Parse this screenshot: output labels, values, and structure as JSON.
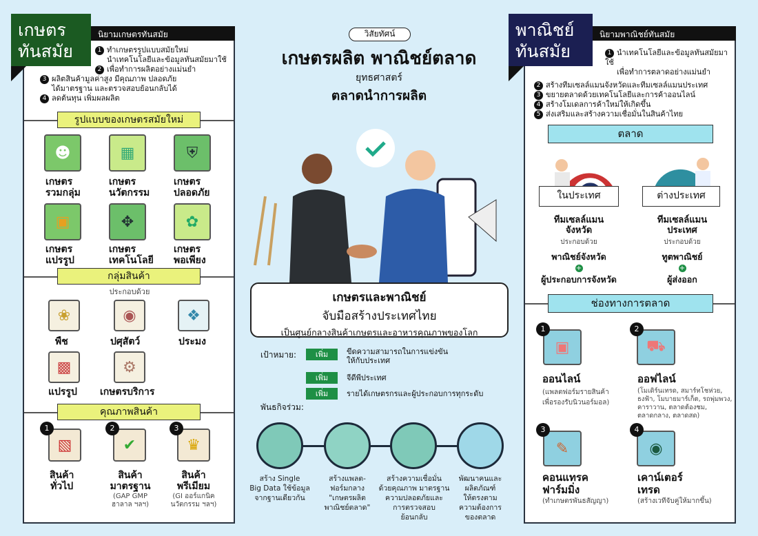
{
  "left": {
    "title_line1": "เกษตร",
    "title_line2": "ทันสมัย",
    "definition_header": "นิยามเกษตรทันสมัย",
    "definitions": [
      {
        "num": "1",
        "text": "ทำเกษตรรูปแบบสมัยใหม่"
      },
      {
        "num": "",
        "text": "นำเทคโนโลยีและข้อมูลทันสมัยมาใช้"
      },
      {
        "num": "2",
        "text": "เพื่อทำการผลิตอย่างแม่นยำ"
      },
      {
        "num": "3",
        "text": "ผลิตสินค้ามูลค่าสูง มีคุณภาพ ปลอดภัย"
      },
      {
        "num": "",
        "text": "ได้มาตรฐาน และตรวจสอบย้อนกลับได้"
      },
      {
        "num": "4",
        "text": "ลดต้นทุน เพิ่มผลผลิต"
      }
    ],
    "models_header": "รูปแบบของเกษตรสมัยใหม่",
    "models": [
      {
        "l1": "เกษตร",
        "l2": "รวมกลุ่ม",
        "icon": "farmer-icon"
      },
      {
        "l1": "เกษตร",
        "l2": "นวัตกรรม",
        "icon": "chip-icon"
      },
      {
        "l1": "เกษตร",
        "l2": "ปลอดภัย",
        "icon": "shield-icon"
      },
      {
        "l1": "เกษตร",
        "l2": "แปรรูป",
        "icon": "jar-icon"
      },
      {
        "l1": "เกษตร",
        "l2": "เทคโนโลยี",
        "icon": "drone-icon"
      },
      {
        "l1": "เกษตร",
        "l2": "พอเพียง",
        "icon": "sprout-icon"
      }
    ],
    "groups_header": "กลุ่มสินค้า",
    "groups_sub": "ประกอบด้วย",
    "groups": [
      "พืช",
      "ปศุสัตว์",
      "ประมง",
      "แปรรูป",
      "เกษตรบริการ"
    ],
    "quality_header": "คุณภาพสินค้า",
    "quality": [
      {
        "num": "1",
        "l1": "สินค้า",
        "l2": "ทั่วไป",
        "sub1": "",
        "sub2": ""
      },
      {
        "num": "2",
        "l1": "สินค้า",
        "l2": "มาตรฐาน",
        "sub1": "(GAP GMP",
        "sub2": "ฮาลาล ฯลฯ)"
      },
      {
        "num": "3",
        "l1": "สินค้า",
        "l2": "พรีเมียม",
        "sub1": "(GI ออร์แกนิค",
        "sub2": "นวัตกรรม ฯลฯ)"
      }
    ]
  },
  "center": {
    "vision_label": "วิสัยทัศน์",
    "title": "เกษตรผลิต พาณิชย์ตลาด",
    "strategy_label": "ยุทธศาสตร์",
    "strategy": "ตลาดนำการผลิต",
    "box_line1": "เกษตรและพาณิชย์",
    "box_line2": "จับมือสร้างประเทศไทย",
    "box_line3": "เป็นศูนย์กลางสินค้าเกษตรและอาหารคุณภาพของโลก",
    "goal_label": "เป้าหมาย:",
    "goals": [
      {
        "tag": "เพิ่ม",
        "l1": "ขีดความสามารถในการแข่งขัน",
        "l2": "ให้กับประเทศ"
      },
      {
        "tag": "เพิ่ม",
        "l1": "จีดีพีประเทศ",
        "l2": ""
      },
      {
        "tag": "เพิ่ม",
        "l1": "รายได้เกษตรกรและผู้ประกอบการทุกระดับ",
        "l2": ""
      }
    ],
    "mission_label": "พันธกิจร่วม:",
    "missions": [
      {
        "l1": "สร้าง Single",
        "l2": "Big Data ใช้ข้อมูล",
        "l3": "จากฐานเดียวกัน",
        "l4": "",
        "l5": ""
      },
      {
        "l1": "สร้างแพลต-",
        "l2": "ฟอร์มกลาง",
        "l3": "\"เกษตรผลิต",
        "l4": "พาณิชย์ตลาด\"",
        "l5": ""
      },
      {
        "l1": "สร้างความเชื่อมั่น",
        "l2": "ด้วยคุณภาพ มาตรฐาน",
        "l3": "ความปลอดภัยและ",
        "l4": "การตรวจสอบ",
        "l5": "ย้อนกลับ"
      },
      {
        "l1": "พัฒนาคนและ",
        "l2": "ผลิตภัณฑ์",
        "l3": "ให้ตรงตาม",
        "l4": "ความต้องการ",
        "l5": "ของตลาด"
      }
    ]
  },
  "right": {
    "title_line1": "พาณิชย์",
    "title_line2": "ทันสมัย",
    "definition_header": "นิยามพาณิชย์ทันสมัย",
    "definitions": [
      {
        "num": "1",
        "text": "นำเทคโนโลยีและข้อมูลทันสมัยมาใช้"
      },
      {
        "num": "",
        "text": "เพื่อทำการตลาดอย่างแม่นยำ"
      },
      {
        "num": "2",
        "text": "สร้างทีมเซลล์แมนจังหวัดและทีมเซลล์แมนประเทศ"
      },
      {
        "num": "3",
        "text": "ขยายตลาดด้วยเทคโนโลยีและการค้าออนไลน์"
      },
      {
        "num": "4",
        "text": "สร้างโมเดลการค้าใหม่ให้เกิดขึ้น"
      },
      {
        "num": "5",
        "text": "ส่งเสริมและสร้างความเชื่อมั่นในสินค้าไทย"
      }
    ],
    "market_header": "ตลาด",
    "markets": [
      {
        "label": "ในประเทศ",
        "t1": "ทีมเซลล์แมน",
        "t2": "จังหวัด",
        "sub": "ประกอบด้วย",
        "p1": "พาณิชย์จังหวัด",
        "p2": "ผู้ประกอบการจังหวัด"
      },
      {
        "label": "ต่างประเทศ",
        "t1": "ทีมเซลล์แมน",
        "t2": "ประเทศ",
        "sub": "ประกอบด้วย",
        "p1": "ทูตพาณิชย์",
        "p2": "ผู้ส่งออก"
      }
    ],
    "channels_header": "ช่องทางการตลาด",
    "channels": [
      {
        "num": "1",
        "l1": "ออนไลน์",
        "l2": "",
        "subs": [
          "(แพลตฟอร์มรายสินค้า",
          "เพื่อรองรับนิวนอร์มอล)"
        ]
      },
      {
        "num": "2",
        "l1": "ออฟไลน์",
        "l2": "",
        "subs": [
          "(โมเดิร์นเทรด, สมาร์ทโชห่วย,",
          "ธงฟ้า, โมบายมาร์เก็ต, รถพุ่มพวง,",
          "คาราวาน, ตลาดต้องชม,",
          "ตลาดกลาง, ตลาดสด)"
        ]
      },
      {
        "num": "3",
        "l1": "คอนแทรค",
        "l2": "ฟาร์มมิ่ง",
        "subs": [
          "(ทำเกษตรพันธสัญญา)"
        ]
      },
      {
        "num": "4",
        "l1": "เคาน์เตอร์",
        "l2": "เทรด",
        "subs": [
          "(สร้างเวทีจับคู่ให้มากขึ้น)"
        ]
      }
    ]
  },
  "colors": {
    "green": "#1b5a22",
    "navy": "#1b1f52",
    "yellow": "#eaf27c",
    "cyan": "#9fe3ee",
    "bg": "#d9eef9",
    "pill": "#1e8f45"
  }
}
